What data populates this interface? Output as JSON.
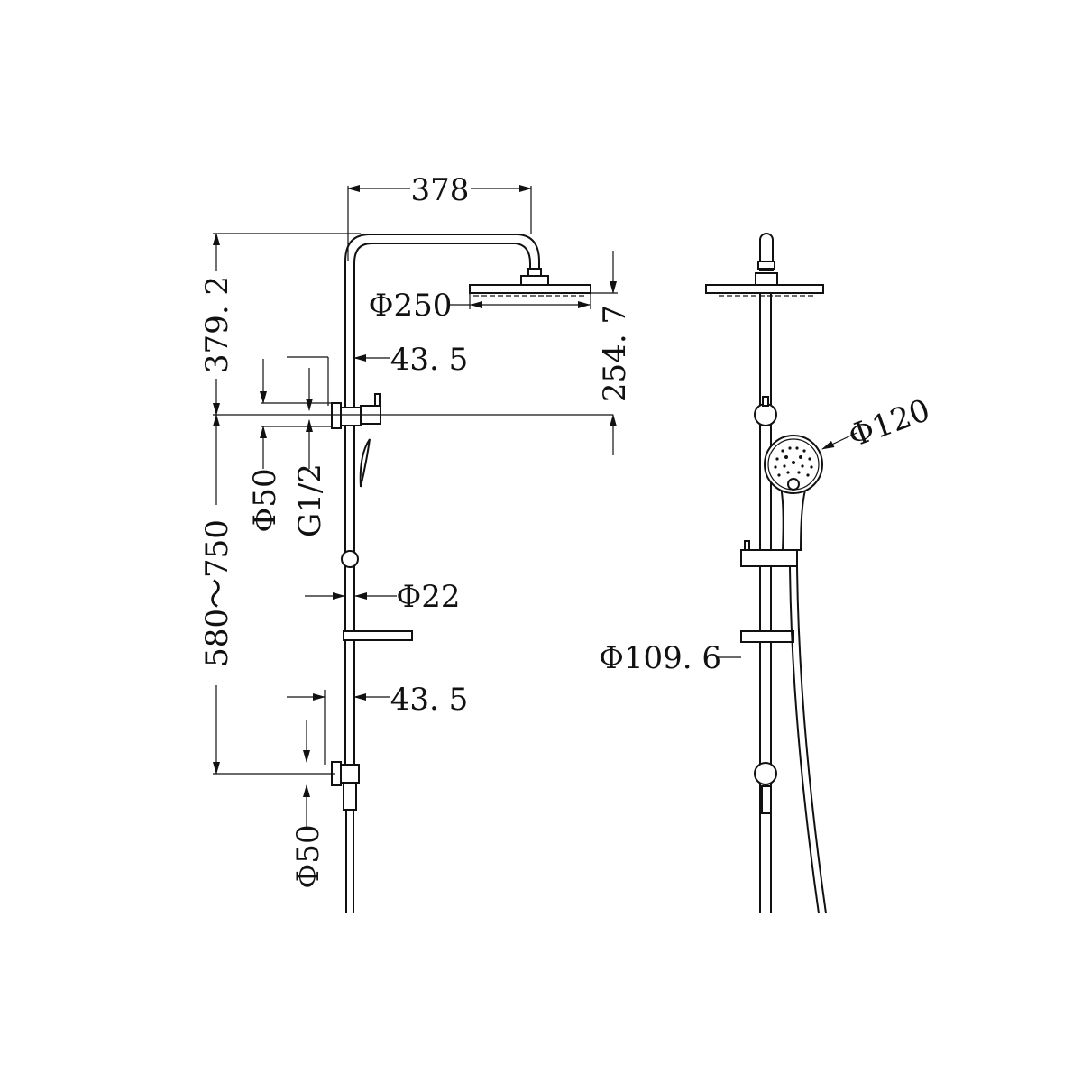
{
  "drawing": {
    "front_view": {
      "dim_width": "378",
      "dim_height_upper": "379. 2",
      "dim_rain_head_dia": "Φ250",
      "dim_head_to_bracket": "254. 7",
      "dim_offset_upper": "43. 5",
      "dim_bracket_dia_upper": "Φ50",
      "dim_thread": "G1/2",
      "dim_rail_range": "580～750",
      "dim_rail_dia": "Φ22",
      "dim_offset_lower": "43. 5",
      "dim_bracket_dia_lower": "Φ50"
    },
    "side_view": {
      "dim_hand_shower_dia": "Φ120",
      "dim_soap_dish": "Φ109. 6"
    }
  }
}
